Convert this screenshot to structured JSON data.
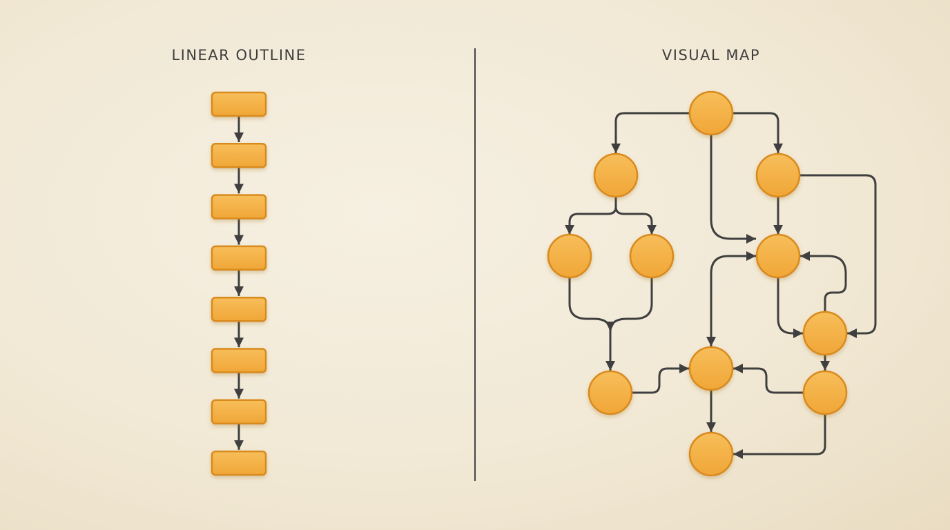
{
  "left_panel": {
    "title": "LINEAR OUTLINE",
    "box_count": 8
  },
  "right_panel": {
    "title": "VISUAL MAP",
    "node_count": 11
  },
  "colors": {
    "node_fill": "#f4b042",
    "node_stroke": "#d98a1e",
    "line": "#3f3f3f",
    "background": "#f3ecdc"
  }
}
